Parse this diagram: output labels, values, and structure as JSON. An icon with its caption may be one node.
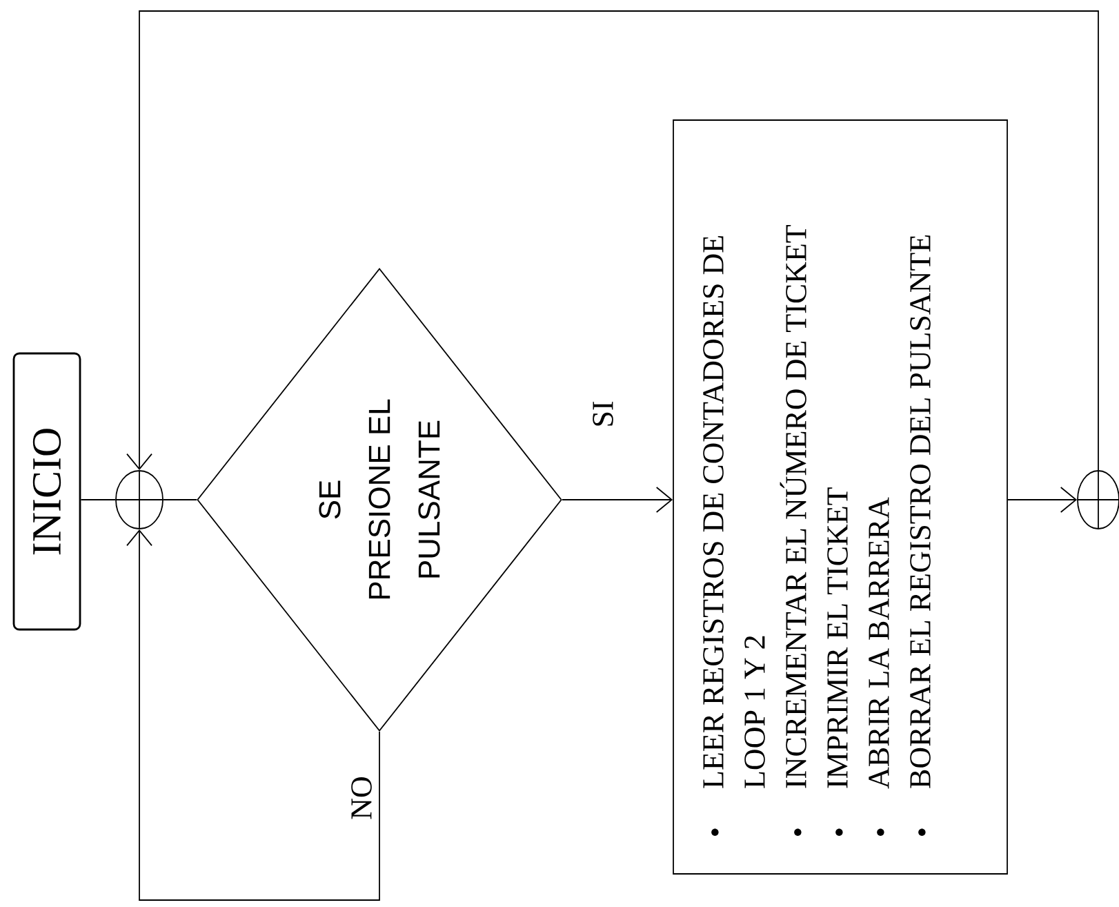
{
  "diagram": {
    "nodes": [
      {
        "text": [
          "INICIO"
        ]
      },
      {
        "text": [],
        "shape": "circle"
      },
      {
        "text": [
          "SE PRESIONE EL PULSANTE"
        ]
      },
      {
        "text": [
          "LEER REGISTROS DE CONTADORES DE LOOP 1 Y 2",
          "INCREMENTAR EL NÚMERO DE TICKET",
          "IMPRIMIR EL TICKET",
          "ABRIR LA BARRERA",
          "BORRAR EL REGISTRO DEL PULSANTE"
        ]
      },
      {
        "text": [],
        "shape": "circle"
      }
    ],
    "edges": [
      {
        "from": 0,
        "to": 1,
        "arrow": "none"
      },
      {
        "from": 1,
        "to": 2,
        "arrow": "none"
      },
      {
        "from": 2,
        "to": 3,
        "arrow": "to",
        "label": "SI"
      },
      {
        "from": 3,
        "to": 4,
        "arrow": "to"
      },
      {
        "from": 4,
        "to": 1,
        "arrow": "to"
      },
      {
        "from": 2,
        "to": 1,
        "arrow": "to",
        "label": "NO"
      }
    ]
  }
}
